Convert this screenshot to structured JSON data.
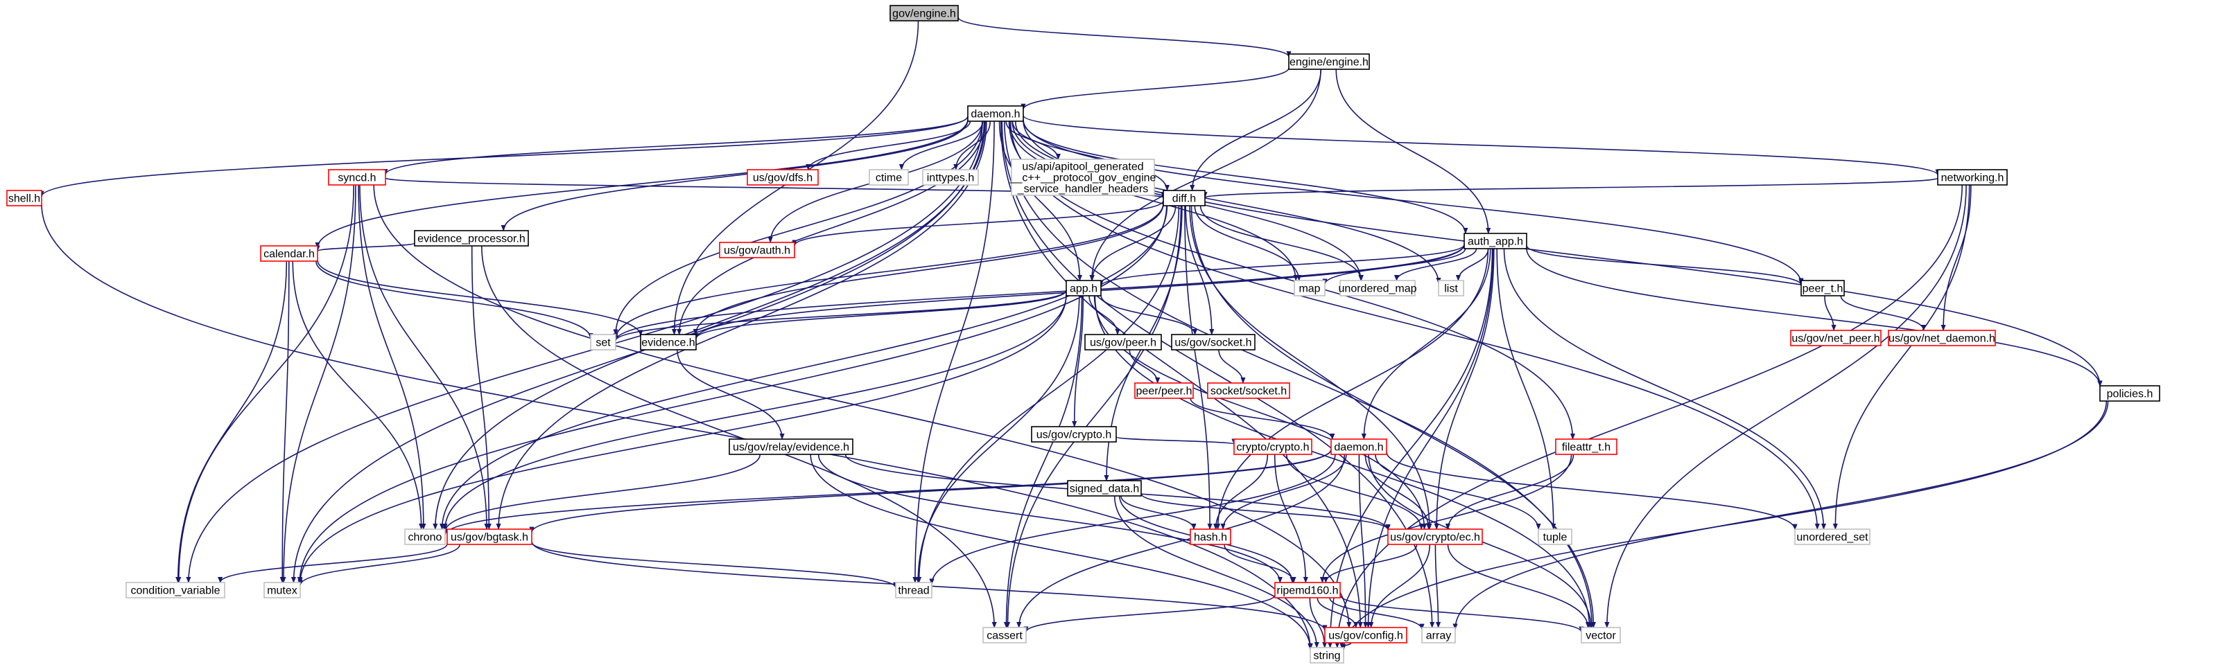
{
  "graph": {
    "colors": {
      "edge": "#191970",
      "root_fill": "#bfbfbf",
      "root_border": "#000000",
      "documented_border": "#000000",
      "missing_border": "#ff0000",
      "system_border": "#bfbfbf",
      "fill": "#ffffff"
    },
    "nodes": [
      {
        "id": "gov_engine",
        "label": "gov/engine.h",
        "kind": "root"
      },
      {
        "id": "engine_engine",
        "label": "engine/engine.h",
        "kind": "documented"
      },
      {
        "id": "daemon_h",
        "label": "daemon.h",
        "kind": "documented"
      },
      {
        "id": "shell_h",
        "label": "shell.h",
        "kind": "missing"
      },
      {
        "id": "syncd_h",
        "label": "syncd.h",
        "kind": "missing"
      },
      {
        "id": "evidence_processor",
        "label": "evidence_processor.h",
        "kind": "documented"
      },
      {
        "id": "us_gov_dfs",
        "label": "us/gov/dfs.h",
        "kind": "missing"
      },
      {
        "id": "ctime",
        "label": "ctime",
        "kind": "system"
      },
      {
        "id": "inttypes",
        "label": "inttypes.h",
        "kind": "system"
      },
      {
        "id": "apitool",
        "label": "us/api/apitool_generated\n__c++__protocol_gov_engine\n_service_handler_headers",
        "kind": "system"
      },
      {
        "id": "networking",
        "label": "networking.h",
        "kind": "documented"
      },
      {
        "id": "calendar_h",
        "label": "calendar.h",
        "kind": "missing"
      },
      {
        "id": "diff_h",
        "label": "diff.h",
        "kind": "documented"
      },
      {
        "id": "us_gov_auth",
        "label": "us/gov/auth.h",
        "kind": "missing"
      },
      {
        "id": "auth_app",
        "label": "auth_app.h",
        "kind": "documented"
      },
      {
        "id": "map",
        "label": "map",
        "kind": "system"
      },
      {
        "id": "unordered_map",
        "label": "unordered_map",
        "kind": "system"
      },
      {
        "id": "list",
        "label": "list",
        "kind": "system"
      },
      {
        "id": "peer_t",
        "label": "peer_t.h",
        "kind": "documented"
      },
      {
        "id": "us_gov_net_peer",
        "label": "us/gov/net_peer.h",
        "kind": "missing"
      },
      {
        "id": "us_gov_net_daemon",
        "label": "us/gov/net_daemon.h",
        "kind": "missing"
      },
      {
        "id": "app_h",
        "label": "app.h",
        "kind": "documented"
      },
      {
        "id": "set",
        "label": "set",
        "kind": "system"
      },
      {
        "id": "evidence_h",
        "label": "evidence.h",
        "kind": "documented"
      },
      {
        "id": "us_gov_peer",
        "label": "us/gov/peer.h",
        "kind": "documented"
      },
      {
        "id": "us_gov_socket",
        "label": "us/gov/socket.h",
        "kind": "documented"
      },
      {
        "id": "peer_peer",
        "label": "peer/peer.h",
        "kind": "missing"
      },
      {
        "id": "socket_socket",
        "label": "socket/socket.h",
        "kind": "missing"
      },
      {
        "id": "us_gov_crypto_h",
        "label": "us/gov/crypto.h",
        "kind": "documented"
      },
      {
        "id": "policies_h",
        "label": "policies.h",
        "kind": "documented"
      },
      {
        "id": "relay_evidence",
        "label": "us/gov/relay/evidence.h",
        "kind": "documented"
      },
      {
        "id": "signed_data",
        "label": "signed_data.h",
        "kind": "documented"
      },
      {
        "id": "crypto_crypto",
        "label": "crypto/crypto.h",
        "kind": "missing"
      },
      {
        "id": "daemon_h2",
        "label": "daemon.h",
        "kind": "missing"
      },
      {
        "id": "fileattr_t",
        "label": "fileattr_t.h",
        "kind": "missing"
      },
      {
        "id": "chrono",
        "label": "chrono",
        "kind": "system"
      },
      {
        "id": "us_gov_bgtask",
        "label": "us/gov/bgtask.h",
        "kind": "missing"
      },
      {
        "id": "hash_h",
        "label": "hash.h",
        "kind": "missing"
      },
      {
        "id": "us_gov_crypto_ec",
        "label": "us/gov/crypto/ec.h",
        "kind": "missing"
      },
      {
        "id": "tuple",
        "label": "tuple",
        "kind": "system"
      },
      {
        "id": "unordered_set",
        "label": "unordered_set",
        "kind": "system"
      },
      {
        "id": "condition_variable",
        "label": "condition_variable",
        "kind": "system"
      },
      {
        "id": "mutex",
        "label": "mutex",
        "kind": "system"
      },
      {
        "id": "thread",
        "label": "thread",
        "kind": "system"
      },
      {
        "id": "ripemd160",
        "label": "ripemd160.h",
        "kind": "missing"
      },
      {
        "id": "us_gov_config",
        "label": "us/gov/config.h",
        "kind": "missing"
      },
      {
        "id": "cassert",
        "label": "cassert",
        "kind": "system"
      },
      {
        "id": "array",
        "label": "array",
        "kind": "system"
      },
      {
        "id": "vector",
        "label": "vector",
        "kind": "system"
      },
      {
        "id": "string",
        "label": "string",
        "kind": "system"
      }
    ],
    "edges": [
      [
        "gov_engine",
        "engine_engine"
      ],
      [
        "gov_engine",
        "evidence_h"
      ],
      [
        "engine_engine",
        "daemon_h"
      ],
      [
        "engine_engine",
        "app_h"
      ],
      [
        "engine_engine",
        "diff_h"
      ],
      [
        "engine_engine",
        "auth_app"
      ],
      [
        "daemon_h",
        "shell_h"
      ],
      [
        "daemon_h",
        "syncd_h"
      ],
      [
        "daemon_h",
        "evidence_processor"
      ],
      [
        "daemon_h",
        "us_gov_dfs"
      ],
      [
        "daemon_h",
        "ctime"
      ],
      [
        "daemon_h",
        "inttypes"
      ],
      [
        "daemon_h",
        "apitool"
      ],
      [
        "daemon_h",
        "networking"
      ],
      [
        "daemon_h",
        "calendar_h"
      ],
      [
        "daemon_h",
        "diff_h"
      ],
      [
        "daemon_h",
        "us_gov_auth"
      ],
      [
        "daemon_h",
        "auth_app"
      ],
      [
        "daemon_h",
        "map"
      ],
      [
        "daemon_h",
        "unordered_map"
      ],
      [
        "daemon_h",
        "list"
      ],
      [
        "daemon_h",
        "peer_t"
      ],
      [
        "daemon_h",
        "app_h"
      ],
      [
        "daemon_h",
        "set"
      ],
      [
        "daemon_h",
        "evidence_h"
      ],
      [
        "daemon_h",
        "policies_h"
      ],
      [
        "daemon_h",
        "fileattr_t"
      ],
      [
        "daemon_h",
        "chrono"
      ],
      [
        "daemon_h",
        "us_gov_bgtask"
      ],
      [
        "daemon_h",
        "unordered_set"
      ],
      [
        "daemon_h",
        "condition_variable"
      ],
      [
        "daemon_h",
        "mutex"
      ],
      [
        "daemon_h",
        "thread"
      ],
      [
        "daemon_h",
        "us_gov_config"
      ],
      [
        "daemon_h",
        "array"
      ],
      [
        "daemon_h",
        "vector"
      ],
      [
        "shell_h",
        "string"
      ],
      [
        "syncd_h",
        "diff_h"
      ],
      [
        "syncd_h",
        "chrono"
      ],
      [
        "syncd_h",
        "us_gov_bgtask"
      ],
      [
        "syncd_h",
        "condition_variable"
      ],
      [
        "syncd_h",
        "mutex"
      ],
      [
        "syncd_h",
        "us_gov_config"
      ],
      [
        "evidence_processor",
        "calendar_h"
      ],
      [
        "evidence_processor",
        "us_gov_bgtask"
      ],
      [
        "evidence_processor",
        "cassert"
      ],
      [
        "networking",
        "diff_h"
      ],
      [
        "networking",
        "us_gov_net_daemon"
      ],
      [
        "networking",
        "unordered_set"
      ],
      [
        "networking",
        "vector"
      ],
      [
        "networking",
        "string"
      ],
      [
        "calendar_h",
        "set"
      ],
      [
        "calendar_h",
        "evidence_h"
      ],
      [
        "calendar_h",
        "chrono"
      ],
      [
        "calendar_h",
        "mutex"
      ],
      [
        "calendar_h",
        "condition_variable"
      ],
      [
        "diff_h",
        "us_gov_auth"
      ],
      [
        "diff_h",
        "map"
      ],
      [
        "diff_h",
        "unordered_map"
      ],
      [
        "diff_h",
        "app_h"
      ],
      [
        "diff_h",
        "set"
      ],
      [
        "diff_h",
        "evidence_h"
      ],
      [
        "diff_h",
        "us_gov_socket"
      ],
      [
        "diff_h",
        "signed_data"
      ],
      [
        "diff_h",
        "hash_h"
      ],
      [
        "diff_h",
        "us_gov_crypto_ec"
      ],
      [
        "diff_h",
        "chrono"
      ],
      [
        "diff_h",
        "thread"
      ],
      [
        "diff_h",
        "mutex"
      ],
      [
        "diff_h",
        "cassert"
      ],
      [
        "diff_h",
        "vector"
      ],
      [
        "auth_app",
        "map"
      ],
      [
        "auth_app",
        "unordered_map"
      ],
      [
        "auth_app",
        "list"
      ],
      [
        "auth_app",
        "peer_t"
      ],
      [
        "auth_app",
        "app_h"
      ],
      [
        "auth_app",
        "set"
      ],
      [
        "auth_app",
        "evidence_h"
      ],
      [
        "auth_app",
        "policies_h"
      ],
      [
        "auth_app",
        "daemon_h2"
      ],
      [
        "auth_app",
        "hash_h"
      ],
      [
        "auth_app",
        "us_gov_crypto_ec"
      ],
      [
        "auth_app",
        "tuple"
      ],
      [
        "auth_app",
        "unordered_set"
      ],
      [
        "auth_app",
        "us_gov_config"
      ],
      [
        "auth_app",
        "string"
      ],
      [
        "peer_t",
        "us_gov_net_peer"
      ],
      [
        "peer_t",
        "us_gov_net_daemon"
      ],
      [
        "app_h",
        "set"
      ],
      [
        "app_h",
        "evidence_h"
      ],
      [
        "app_h",
        "us_gov_peer"
      ],
      [
        "app_h",
        "us_gov_socket"
      ],
      [
        "app_h",
        "us_gov_crypto_h"
      ],
      [
        "app_h",
        "chrono"
      ],
      [
        "app_h",
        "thread"
      ],
      [
        "app_h",
        "mutex"
      ],
      [
        "app_h",
        "cassert"
      ],
      [
        "app_h",
        "vector"
      ],
      [
        "app_h",
        "us_gov_crypto_ec"
      ],
      [
        "evidence_h",
        "relay_evidence"
      ],
      [
        "us_gov_peer",
        "peer_peer"
      ],
      [
        "us_gov_socket",
        "socket_socket"
      ],
      [
        "peer_peer",
        "daemon_h2"
      ],
      [
        "us_gov_crypto_h",
        "crypto_crypto"
      ],
      [
        "relay_evidence",
        "chrono"
      ],
      [
        "relay_evidence",
        "us_gov_crypto_ec"
      ],
      [
        "relay_evidence",
        "ripemd160"
      ],
      [
        "relay_evidence",
        "string"
      ],
      [
        "signed_data",
        "hash_h"
      ],
      [
        "signed_data",
        "us_gov_crypto_ec"
      ],
      [
        "signed_data",
        "ripemd160"
      ],
      [
        "signed_data",
        "string"
      ],
      [
        "crypto_crypto",
        "hash_h"
      ],
      [
        "crypto_crypto",
        "us_gov_crypto_ec"
      ],
      [
        "crypto_crypto",
        "ripemd160"
      ],
      [
        "daemon_h2",
        "chrono"
      ],
      [
        "daemon_h2",
        "us_gov_bgtask"
      ],
      [
        "daemon_h2",
        "hash_h"
      ],
      [
        "daemon_h2",
        "us_gov_crypto_ec"
      ],
      [
        "daemon_h2",
        "tuple"
      ],
      [
        "daemon_h2",
        "unordered_set"
      ],
      [
        "daemon_h2",
        "thread"
      ],
      [
        "daemon_h2",
        "us_gov_config"
      ],
      [
        "daemon_h2",
        "cassert"
      ],
      [
        "daemon_h2",
        "vector"
      ],
      [
        "fileattr_t",
        "us_gov_crypto_ec"
      ],
      [
        "fileattr_t",
        "ripemd160"
      ],
      [
        "policies_h",
        "array"
      ],
      [
        "policies_h",
        "string"
      ],
      [
        "us_gov_bgtask",
        "condition_variable"
      ],
      [
        "us_gov_bgtask",
        "mutex"
      ],
      [
        "us_gov_bgtask",
        "thread"
      ],
      [
        "us_gov_bgtask",
        "us_gov_config"
      ],
      [
        "hash_h",
        "ripemd160"
      ],
      [
        "us_gov_crypto_ec",
        "ripemd160"
      ],
      [
        "us_gov_crypto_ec",
        "us_gov_config"
      ],
      [
        "us_gov_crypto_ec",
        "array"
      ],
      [
        "us_gov_crypto_ec",
        "vector"
      ],
      [
        "ripemd160",
        "us_gov_config"
      ],
      [
        "ripemd160",
        "cassert"
      ],
      [
        "ripemd160",
        "array"
      ],
      [
        "ripemd160",
        "vector"
      ],
      [
        "ripemd160",
        "string"
      ],
      [
        "us_gov_config",
        "string"
      ]
    ]
  }
}
